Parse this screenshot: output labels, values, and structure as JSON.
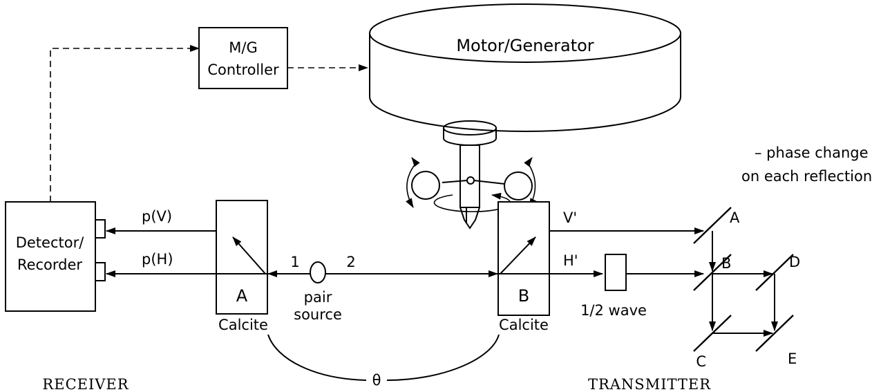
{
  "blocks": {
    "motor_generator": "Motor/Generator",
    "mg_controller_line1": "M/G",
    "mg_controller_line2": "Controller",
    "detector_line1": "Detector/",
    "detector_line2": "Recorder",
    "calcite_a_letter": "A",
    "calcite_b_letter": "B",
    "calcite_a_label": "Calcite",
    "calcite_b_label": "Calcite",
    "half_wave": "1/2 wave"
  },
  "beams": {
    "p_v": "p(V)",
    "p_h": "p(H)",
    "beam1": "1",
    "beam2": "2",
    "source_line1": "pair",
    "source_line2": "source",
    "v_prime": "V'",
    "h_prime": "H'",
    "theta": "θ"
  },
  "mirrors": {
    "a": "A",
    "b": "B",
    "c": "C",
    "d": "D",
    "e": "E"
  },
  "notes": {
    "phase_line1": "– phase change",
    "phase_line2": "on each reflection"
  },
  "sections": {
    "receiver": "RECEIVER",
    "transmitter": "TRANSMITTER"
  }
}
